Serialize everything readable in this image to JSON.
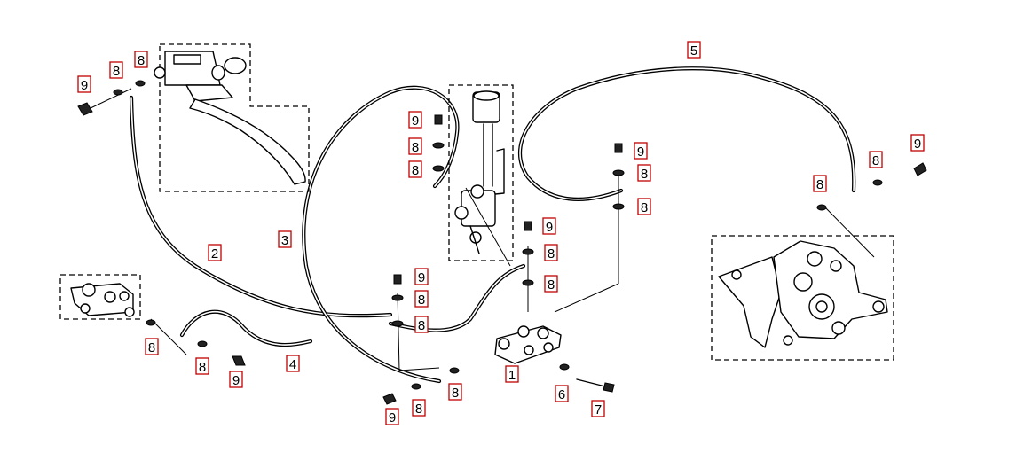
{
  "diagram": {
    "callout_color": "#c00000",
    "callouts": [
      "1",
      "2",
      "3",
      "4",
      "5",
      "6",
      "7",
      "8",
      "9"
    ],
    "callout_1": "1",
    "callout_2": "2",
    "callout_3": "3",
    "callout_4": "4",
    "callout_5": "5",
    "callout_6": "6",
    "callout_7": "7",
    "callout_8": "8",
    "callout_9": "9"
  }
}
